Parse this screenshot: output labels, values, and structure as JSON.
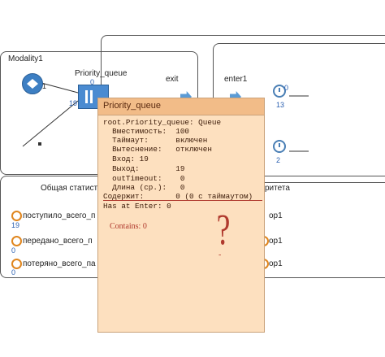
{
  "model": {
    "modality_label": "Modality1",
    "priority_queue_label": "Priority_queue",
    "queue_top_count": "0",
    "queue_left_count": "19",
    "source_count": "1",
    "exit_label": "exit",
    "enter_label": "enter1",
    "timer1_count": "13",
    "timer1_side": "0",
    "timer2_count": "2"
  },
  "stats": {
    "title_left": "Общая статисти",
    "title_right": "ритета",
    "rows": [
      {
        "text": "поступило_всего_п",
        "value": "19",
        "right": "ор1"
      },
      {
        "text": "передано_всего_п",
        "value": "0",
        "right": "ор1"
      },
      {
        "text": "потеряно_всего_па",
        "value": "0",
        "right": "ор1"
      }
    ]
  },
  "popup": {
    "title": "Priority_queue",
    "lines": [
      "root.Priority_queue: Queue",
      "  Вместимость:  100",
      "  Таймаут:      включен",
      "  Вытеснение:   отключен",
      "  Вход: 19",
      "  Выход:        19",
      "  outTimeout:    0",
      "  Длина (ср.):   0",
      "Содержит:       0 (0 с таймаутом)",
      "Has at Enter: 0"
    ],
    "contains_label": "Contains: 0",
    "question_glyph": "?",
    "dash_glyph": "-"
  },
  "colors": {
    "popup_bg": "#fde0bf",
    "popup_header": "#f2bc88",
    "accent_red": "#b03a2e",
    "queue_blue": "#4a8bd1",
    "stat_orange": "#e0861e"
  }
}
